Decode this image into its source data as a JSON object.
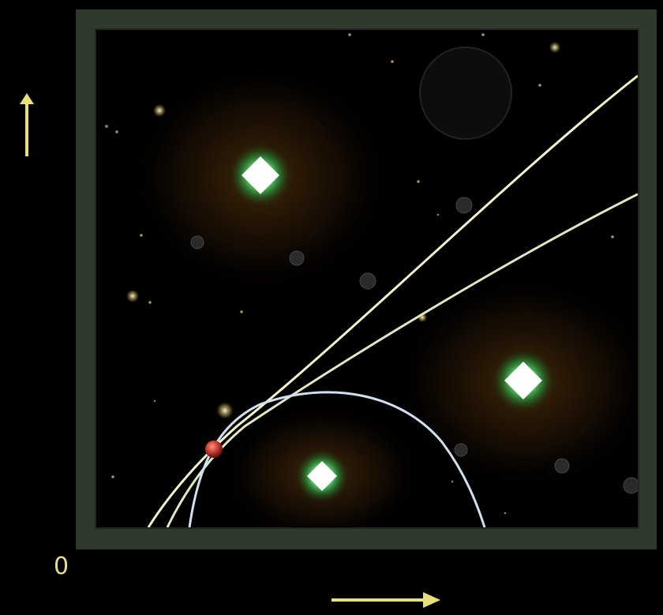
{
  "axes": {
    "origin_label": "0"
  },
  "colors": {
    "background": "#000000",
    "frame": "#2f3a2c",
    "axis_arrow": "#e6df7a",
    "trajectory": "#f4f0c8",
    "trajectory_alt": "#dfe8c0",
    "orbit": "#cfe0f0",
    "star_core": "#ffffff",
    "star_glow": "#3bd36a",
    "planet": "#c0392b"
  },
  "objects": {
    "stars": [
      "bright-star",
      "bright-star",
      "bright-star"
    ],
    "planet": "red-planet"
  }
}
